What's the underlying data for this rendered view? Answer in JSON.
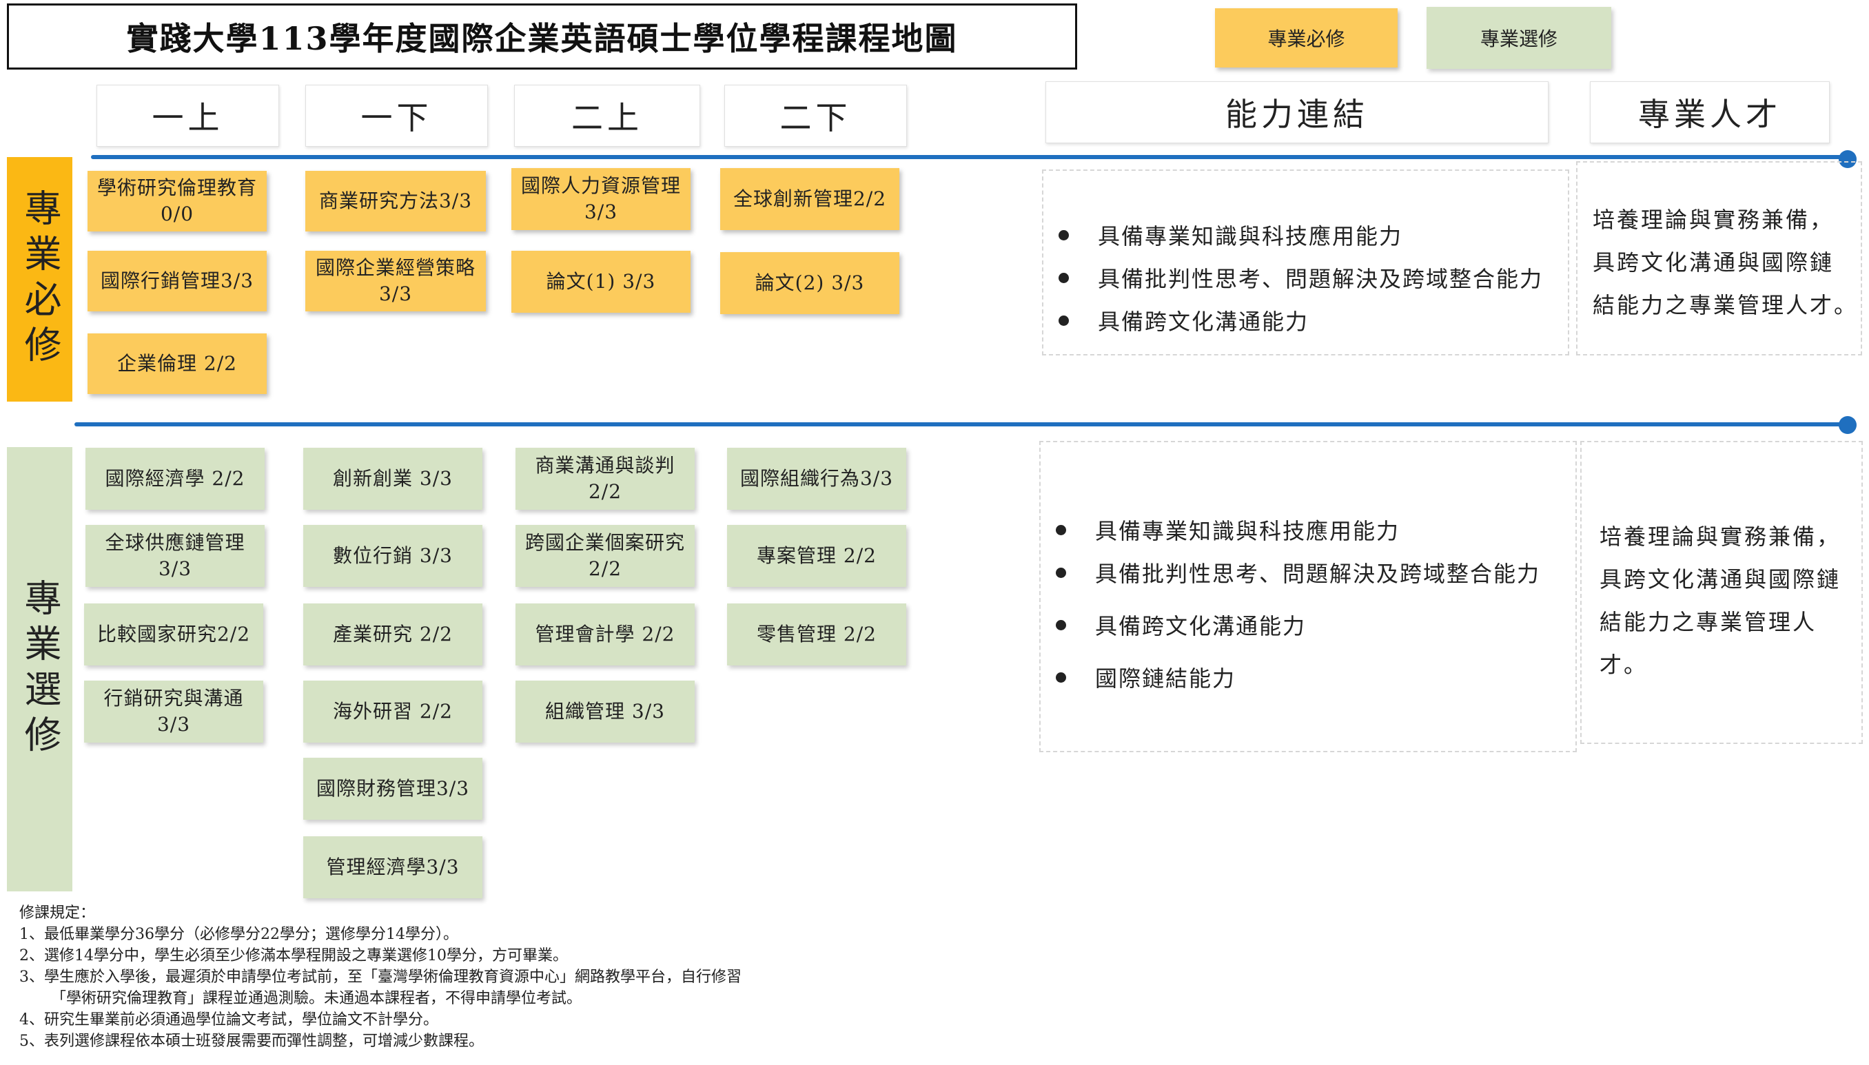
{
  "title": "實踐大學113學年度國際企業英語碩士學位學程課程地圖",
  "legend": {
    "required": "專業必修",
    "elective": "專業選修"
  },
  "headers": {
    "y1a": "一上",
    "y1b": "一下",
    "y2a": "二上",
    "y2b": "二下",
    "ability": "能力連結",
    "talent": "專業人才"
  },
  "sections": {
    "required": {
      "label": "專業必修",
      "courses": {
        "c1": [
          "學術研究倫理教育 0/0",
          "國際行銷管理3/3",
          "企業倫理 2/2"
        ],
        "c2": [
          "商業研究方法3/3",
          "國際企業經營策略 3/3"
        ],
        "c3": [
          "國際人力資源管理 3/3",
          "論文(1) 3/3"
        ],
        "c4": [
          "全球創新管理2/2",
          "論文(2) 3/3"
        ]
      },
      "abilities": [
        "具備專業知識與科技應用能力",
        "具備批判性思考、問題解決及跨域整合能力",
        "具備跨文化溝通能力"
      ],
      "talent": [
        "培養理論與實務兼備，",
        "具跨文化溝通與國際鏈",
        "結能力之專業管理人才。"
      ]
    },
    "elective": {
      "label": "專業選修",
      "courses": {
        "c1": [
          "國際經濟學 2/2",
          "全球供應鏈管理 3/3",
          "比較國家研究2/2",
          "行銷研究與溝通 3/3"
        ],
        "c2": [
          "創新創業 3/3",
          "數位行銷 3/3",
          "產業研究 2/2",
          "海外研習 2/2",
          "國際財務管理3/3",
          "管理經濟學3/3"
        ],
        "c3": [
          "商業溝通與談判 2/2",
          "跨國企業個案研究 2/2",
          "管理會計學 2/2",
          "組織管理 3/3"
        ],
        "c4": [
          "國際組織行為3/3",
          "專案管理 2/2",
          "零售管理 2/2"
        ]
      },
      "abilities": [
        "具備專業知識與科技應用能力",
        "具備批判性思考、問題解決及跨域整合能力",
        "具備跨文化溝通能力",
        "國際鏈結能力"
      ],
      "talent": [
        "培養理論與實務兼備，",
        "具跨文化溝通與國際鏈",
        "結能力之專業管理人才。"
      ]
    }
  },
  "notes": {
    "heading": "修課規定：",
    "lines": [
      "1、最低畢業學分36學分（必修學分22學分；選修學分14學分）。",
      "2、選修14學分中，學生必須至少修滿本學程開設之專業選修10學分，方可畢業。",
      "3、學生應於入學後，最遲須於申請學位考試前，至「臺灣學術倫理教育資源中心」網路教學平台，自行修習",
      "「學術研究倫理教育」課程並通過測驗。未通過本課程者，不得申請學位考試。",
      "4、研究生畢業前必須通過學位論文考試，學位論文不計學分。",
      "5、表列選修課程依本碩士班發展需要而彈性調整，可增減少數課程。"
    ]
  }
}
